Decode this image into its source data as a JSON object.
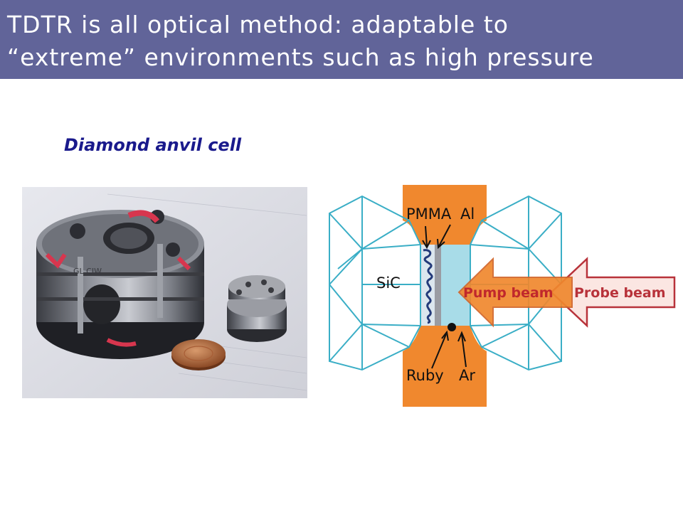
{
  "slide": {
    "title_line1": "TDTR is all optical method: adaptable to",
    "title_line2": "“extreme” environments such as high pressure",
    "subtitle": "Diamond anvil cell"
  },
  "diagram": {
    "labels": {
      "pmma": "PMMA",
      "al": "Al",
      "sic": "SiC",
      "pump_beam": "Pump beam",
      "probe_beam": "Probe beam",
      "ruby": "Ruby",
      "ar": "Ar"
    }
  },
  "photo": {
    "engraving": "GL CIW"
  },
  "colors": {
    "title_bar": "#616499",
    "subtitle_text": "#1a1a8c",
    "gasket": "#f0882e",
    "anvil_lines": "#3aaec6",
    "medium": "#a8dce8",
    "pump_arrow": "#f0882e",
    "pump_text": "#c0282c",
    "probe_fill": "#fbe6e2",
    "probe_stroke": "#b8323a"
  }
}
